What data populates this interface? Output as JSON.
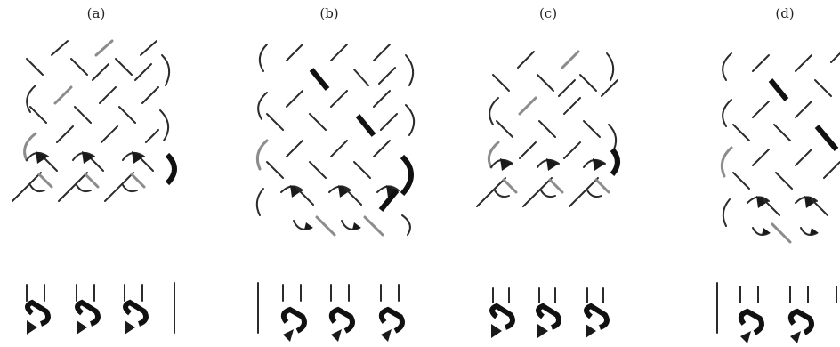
{
  "panels": [
    {
      "id": "a",
      "label": "(a)"
    },
    {
      "id": "b",
      "label": "(b)"
    },
    {
      "id": "c",
      "label": "(c)"
    },
    {
      "id": "d",
      "label": "(d)"
    }
  ],
  "colors": {
    "strand": "#2b2b2b",
    "highlight": "#8c8c8c",
    "bold": "#111111",
    "background": "#ffffff"
  }
}
